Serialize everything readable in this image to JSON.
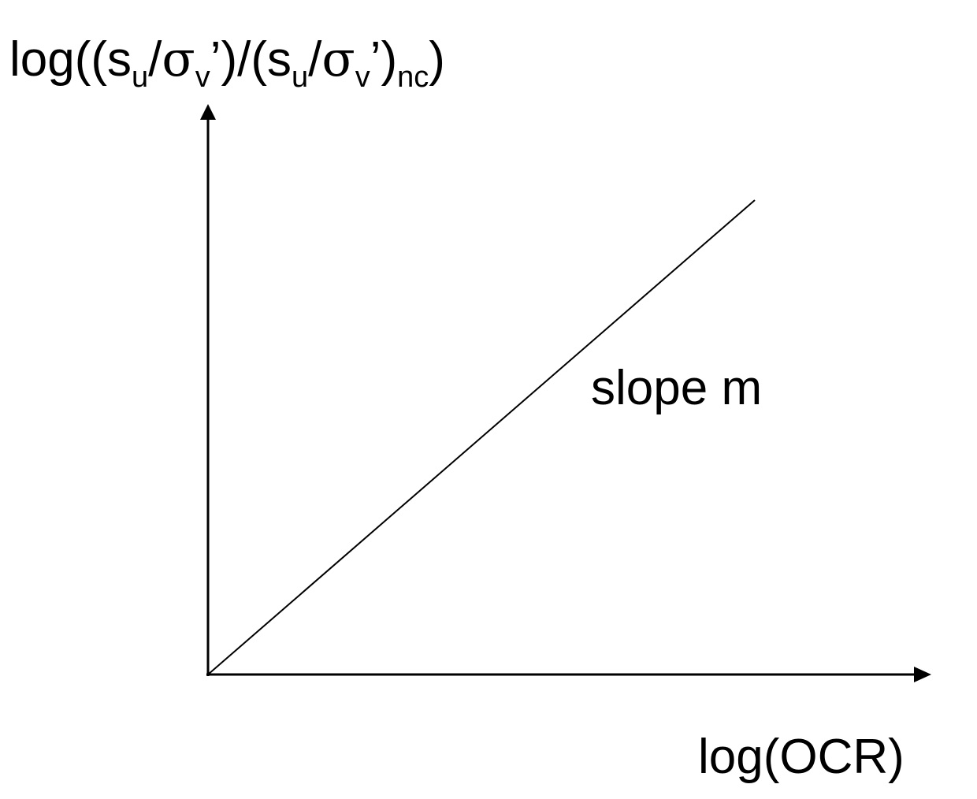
{
  "diagram": {
    "y_axis_label": {
      "parts": [
        {
          "text": "log((s",
          "type": "normal"
        },
        {
          "text": "u",
          "type": "sub"
        },
        {
          "text": "/",
          "type": "normal"
        },
        {
          "text": "σ",
          "type": "symbol"
        },
        {
          "text": "v",
          "type": "sub"
        },
        {
          "text": "’)/(s",
          "type": "normal"
        },
        {
          "text": "u",
          "type": "sub"
        },
        {
          "text": "/",
          "type": "normal"
        },
        {
          "text": "σ",
          "type": "symbol"
        },
        {
          "text": "v",
          "type": "sub"
        },
        {
          "text": "’)",
          "type": "normal"
        },
        {
          "text": "nc",
          "type": "sub"
        },
        {
          "text": ")",
          "type": "normal"
        }
      ]
    },
    "x_axis_label": "log(OCR)",
    "line_label": "slope m",
    "colors": {
      "ink": "#000000",
      "background": "#ffffff"
    }
  }
}
